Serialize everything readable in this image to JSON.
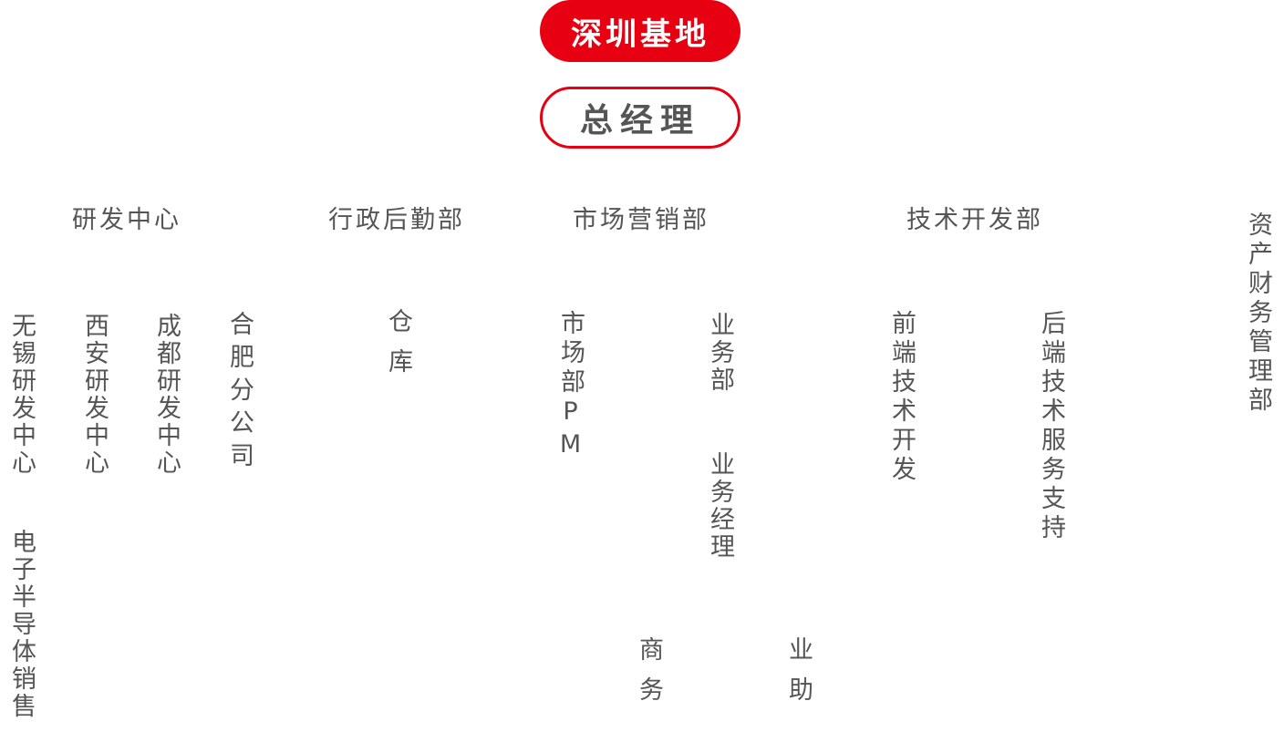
{
  "base": {
    "title": "深圳基地",
    "accent_color": "#e60012"
  },
  "manager": {
    "title": "总经理"
  },
  "departments": [
    {
      "name": "研发中心",
      "units": [
        "无锡研发中心",
        "西安研发中心",
        "成都研发中心",
        "合肥分公司",
        "电子半导体销售"
      ]
    },
    {
      "name": "行政后勤部",
      "units": [
        "仓库"
      ]
    },
    {
      "name": "市场营销部",
      "units": [
        "市场部PM",
        "业务部",
        "业务经理",
        "商务",
        "业助"
      ]
    },
    {
      "name": "技术开发部",
      "units": [
        "前端技术开发",
        "后端技术服务支持"
      ]
    },
    {
      "name": "资产财务管理部",
      "units": []
    }
  ]
}
